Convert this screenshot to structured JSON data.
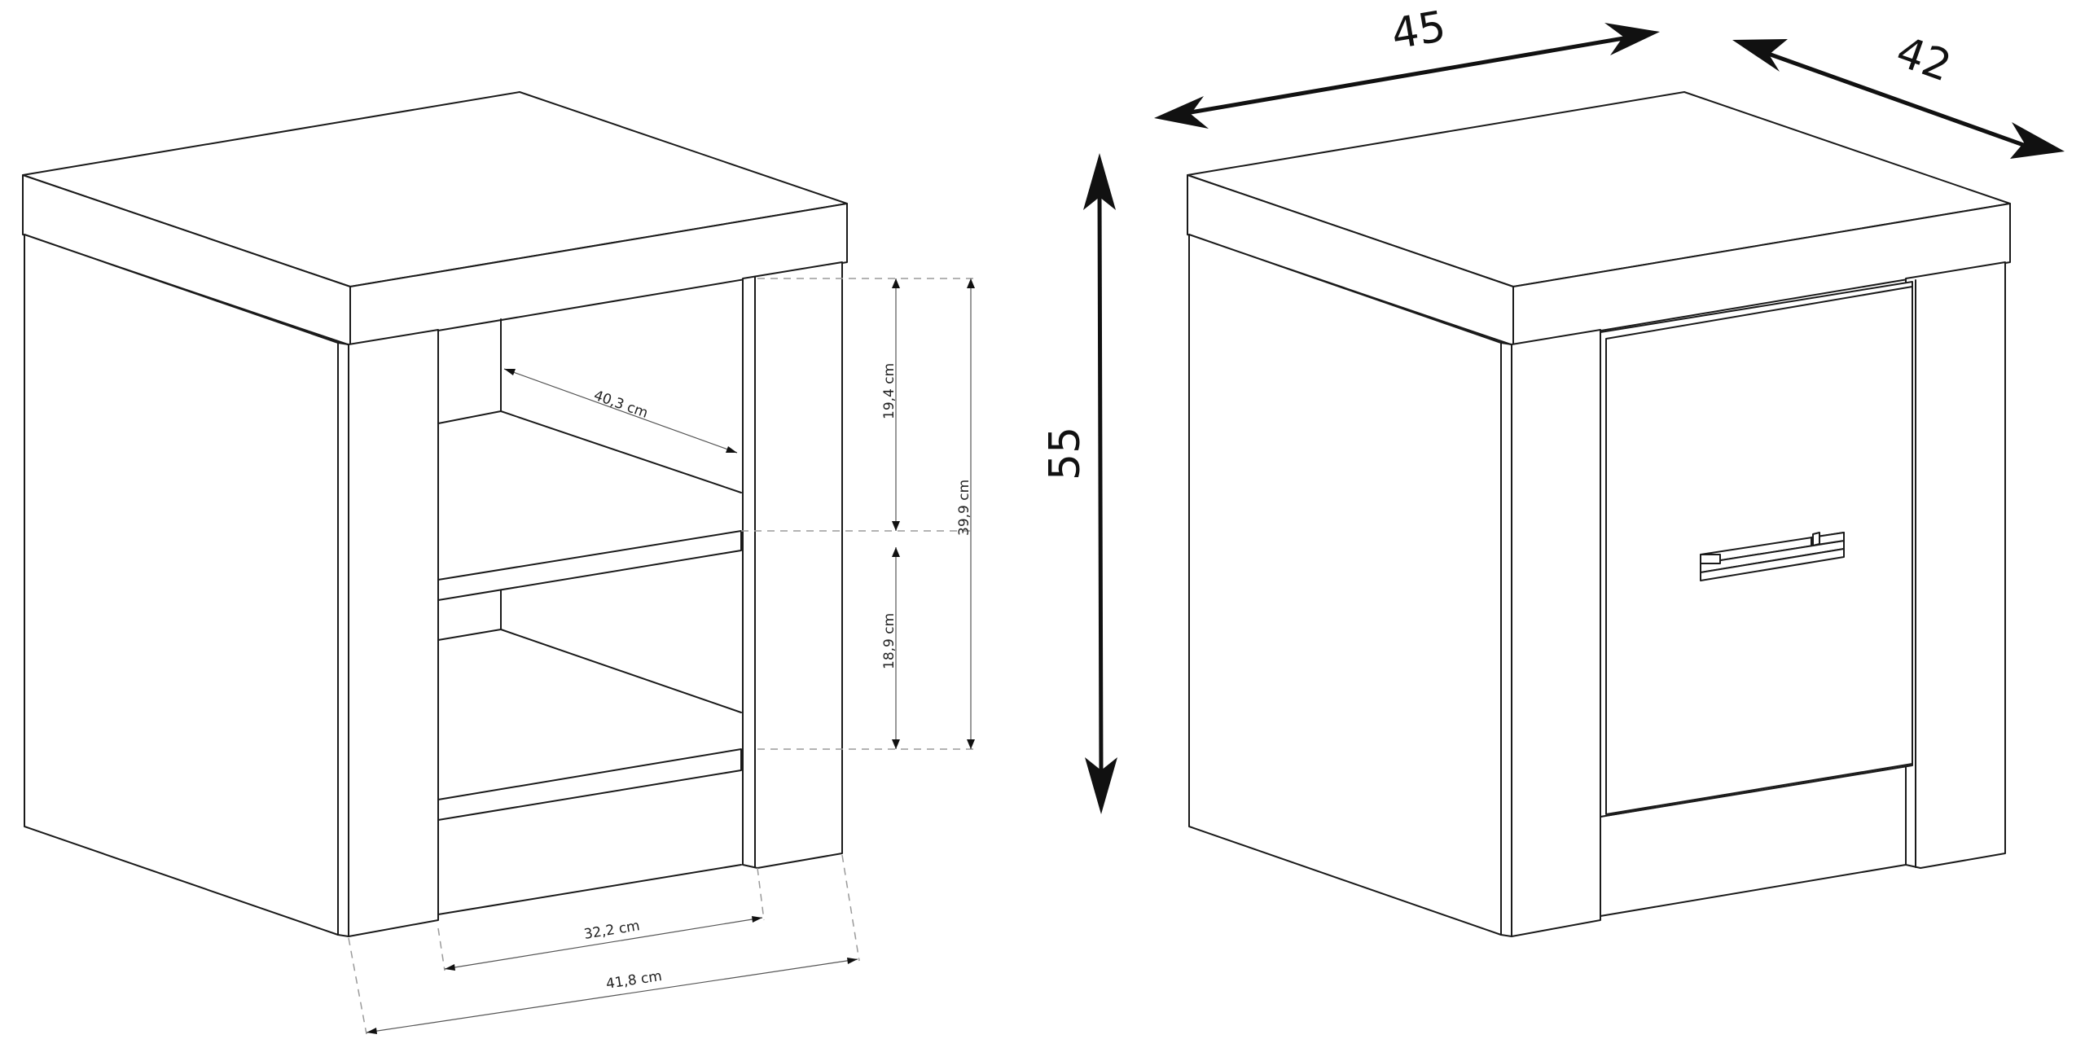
{
  "left_cabinet": {
    "dims": {
      "shelf_depth": "40,3 cm",
      "upper_opening": "19,4 cm",
      "lower_opening": "18,9 cm",
      "total_opening": "39,9 cm",
      "inner_width": "32,2 cm",
      "outer_width": "41,8 cm"
    }
  },
  "right_cabinet": {
    "dims": {
      "width": "45",
      "depth": "42",
      "height": "55"
    }
  }
}
